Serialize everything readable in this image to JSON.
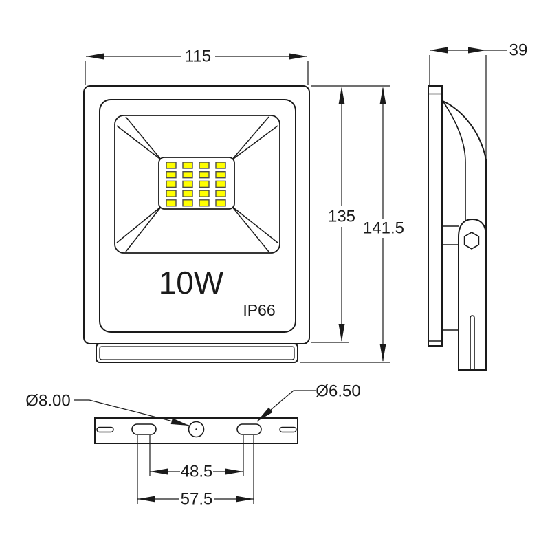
{
  "front_view": {
    "width": "115",
    "height_body": "135",
    "height_total": "141.5",
    "wattage": "10W",
    "ip_rating": "IP66"
  },
  "side_view": {
    "depth": "39"
  },
  "bottom_view": {
    "center_hole_diameter": "Ø8.00",
    "slot_diameter": "Ø6.50",
    "slot_spacing_inner": "48.5",
    "slot_spacing_outer": "57.5"
  },
  "colors": {
    "line": "#1a1a1a",
    "led": "#ffff00",
    "led_border": "#4c4c4c",
    "background": "#ffffff"
  }
}
